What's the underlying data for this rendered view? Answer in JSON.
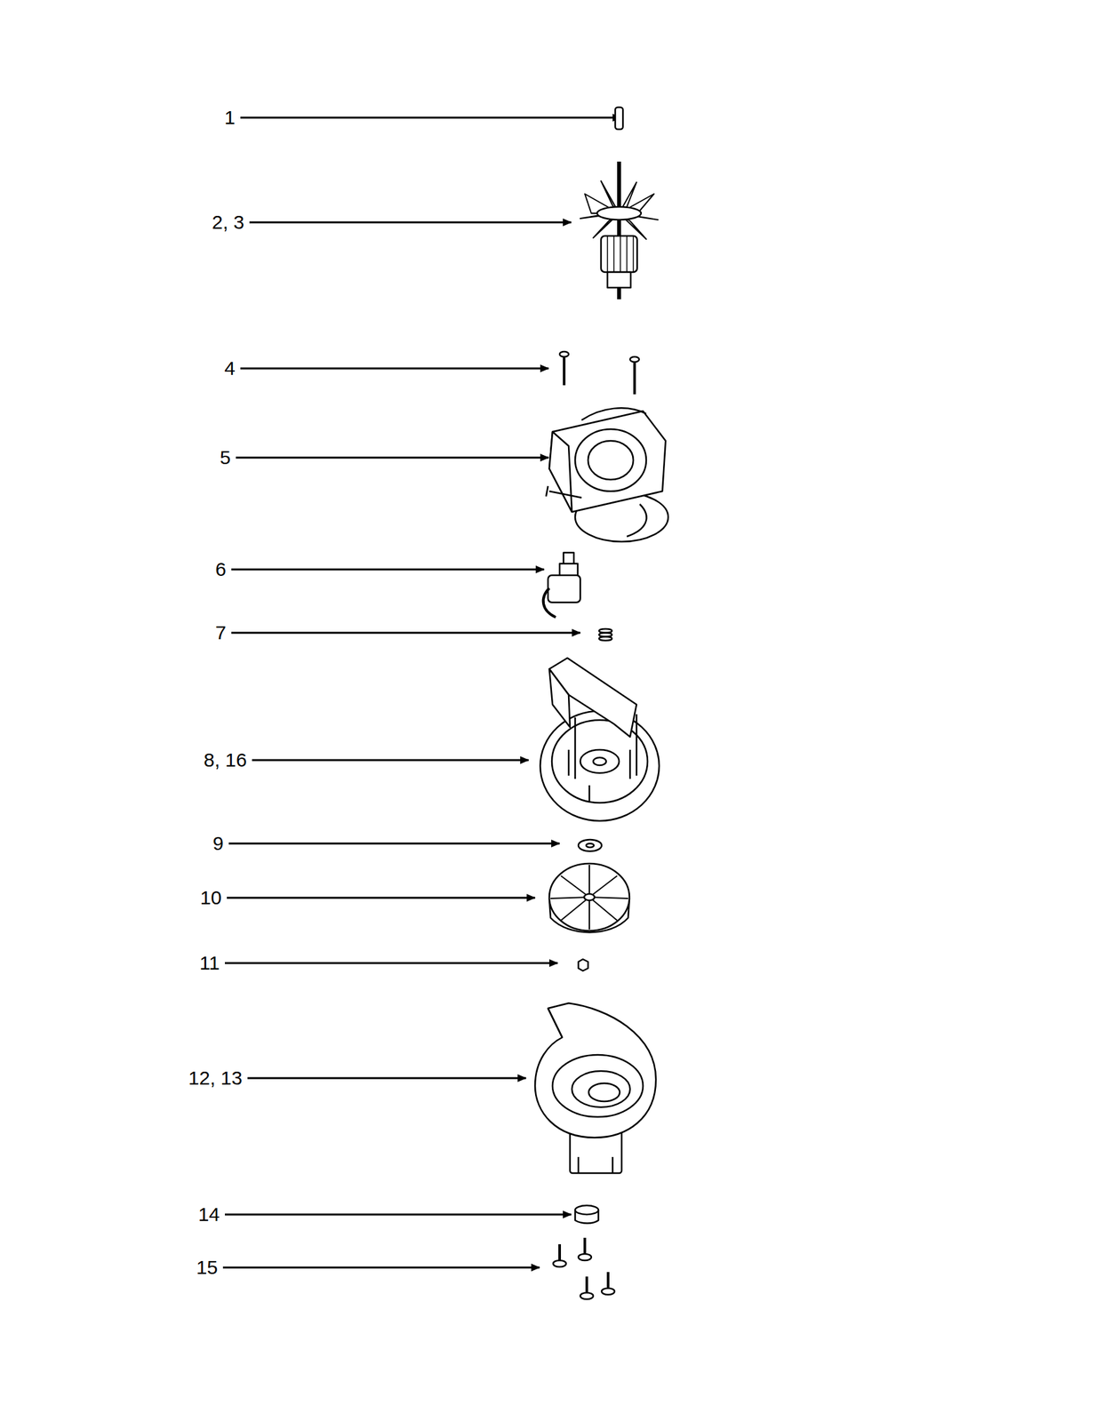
{
  "diagram": {
    "labels": [
      "1",
      "2, 3",
      "4",
      "5",
      "6",
      "7",
      "8, 16",
      "9",
      "10",
      "11",
      "12, 13",
      "14",
      "15"
    ]
  }
}
